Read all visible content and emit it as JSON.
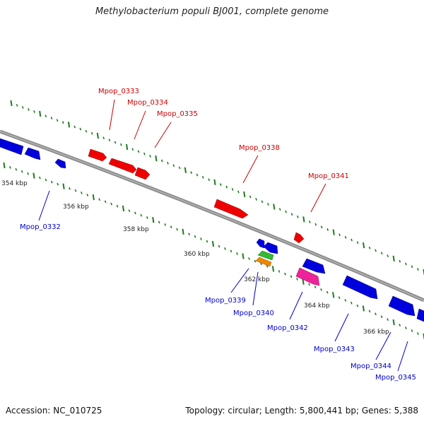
{
  "title": "Methylobacterium populi BJ001, complete genome",
  "footer": {
    "accession": "Accession: NC_010725",
    "topology": "Topology: circular; Length: 5,800,441 bp; Genes: 5,388"
  },
  "colors": {
    "forward_gene": "#ee0000",
    "reverse_gene": "#0000dd",
    "label_forward": "#cc0000",
    "label_reverse": "#0000cc",
    "tick": "#1f7a1f",
    "backbone": "#8a8a8a",
    "gene_green": "#33bb33",
    "gene_orange": "#ee8800",
    "gene_magenta": "#ee2299"
  },
  "kbp_labels": [
    "354 kbp",
    "356 kbp",
    "358 kbp",
    "360 kbp",
    "362 kbp",
    "364 kbp",
    "366 kbp"
  ],
  "forward_genes": [
    "Mpop_0333",
    "Mpop_0334",
    "Mpop_0335",
    "Mpop_0338",
    "Mpop_0341"
  ],
  "reverse_genes": [
    "Mpop_0332",
    "Mpop_0339",
    "Mpop_0340",
    "Mpop_0342",
    "Mpop_0343",
    "Mpop_0344",
    "Mpop_0345"
  ]
}
